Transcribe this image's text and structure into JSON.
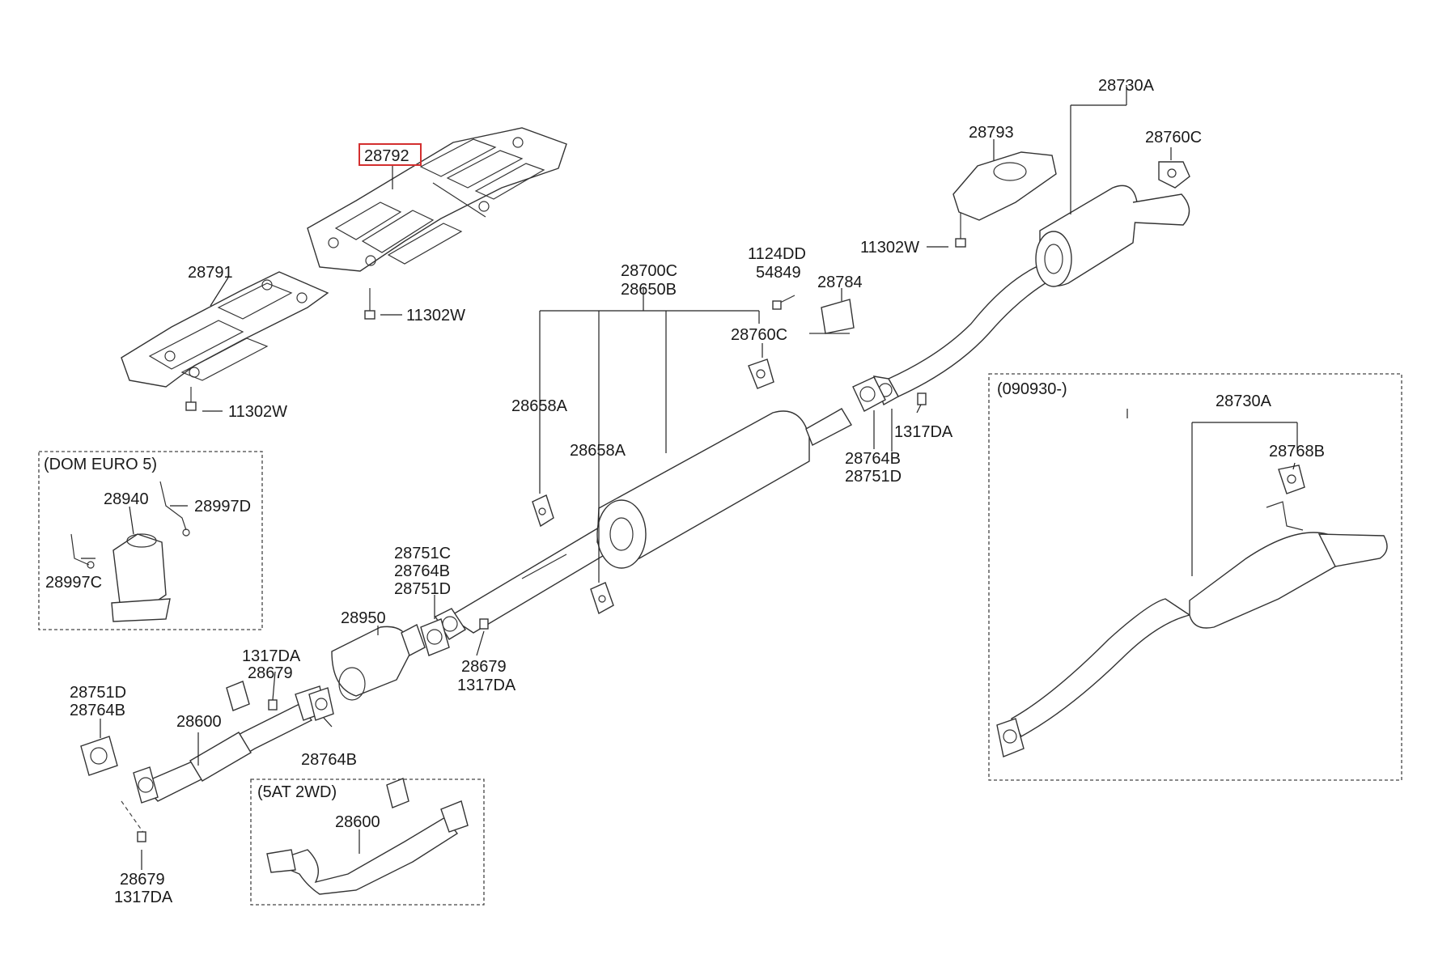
{
  "colors": {
    "line": "#333333",
    "highlight": "#d32f2f",
    "background": "#ffffff"
  },
  "highlighted_part": "28792",
  "boxes": {
    "dom_euro5": "(DOM EURO 5)",
    "at_2wd": "(5AT 2WD)",
    "date_090930": "(090930-)"
  },
  "labels": {
    "p28792": "28792",
    "p28791": "28791",
    "p11302w_a": "11302W",
    "p11302w_b": "11302W",
    "p11302w_c": "11302W",
    "p28730a_a": "28730A",
    "p28793": "28793",
    "p28760c_a": "28760C",
    "p1124dd": "1124DD",
    "p54849": "54849",
    "p28784": "28784",
    "p28700c": "28700C",
    "p28650b": "28650B",
    "p28760c_b": "28760C",
    "p28658a_a": "28658A",
    "p28658a_b": "28658A",
    "p1317da_a": "1317DA",
    "p28764b_a": "28764B",
    "p28751d_a": "28751D",
    "p28940": "28940",
    "p28997d": "28997D",
    "p28997c": "28997C",
    "p28751c": "28751C",
    "p28764b_b": "28764B",
    "p28751d_b": "28751D",
    "p28950": "28950",
    "p28679_a": "28679",
    "p1317da_b": "1317DA",
    "p1317da_c": "1317DA",
    "p28679_b": "28679",
    "p28751d_c": "28751D",
    "p28764b_c": "28764B",
    "p28600_a": "28600",
    "p28764b_d": "28764B",
    "p28679_c": "28679",
    "p1317da_d": "1317DA",
    "p28600_b": "28600",
    "p28730a_b": "28730A",
    "p28768b": "28768B"
  }
}
